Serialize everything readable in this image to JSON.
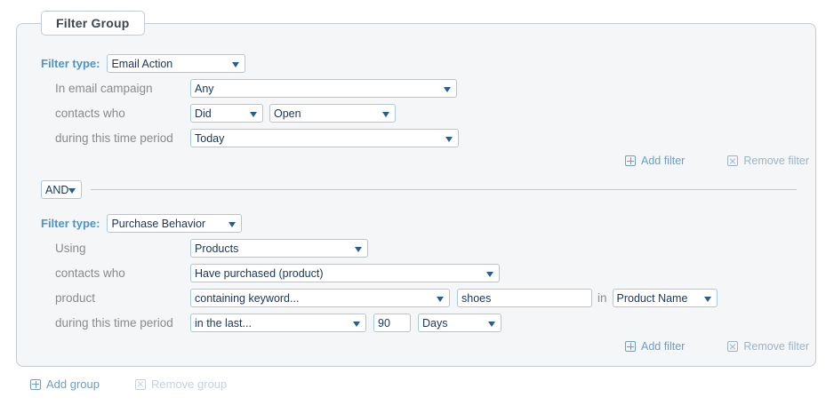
{
  "panel": {
    "tab_label": "Filter Group"
  },
  "connector": {
    "value": "AND"
  },
  "labels": {
    "filter_type": "Filter type:",
    "in_word": "in"
  },
  "filters": [
    {
      "type_value": "Email Action",
      "rows": [
        {
          "label": "In email campaign",
          "controls": [
            {
              "kind": "select",
              "value": "Any"
            }
          ]
        },
        {
          "label": "contacts who",
          "controls": [
            {
              "kind": "select",
              "value": "Did"
            },
            {
              "kind": "select",
              "value": "Open"
            }
          ]
        },
        {
          "label": "during this time period",
          "controls": [
            {
              "kind": "select",
              "value": "Today"
            }
          ]
        }
      ],
      "add_label": "Add filter",
      "remove_label": "Remove filter"
    },
    {
      "type_value": "Purchase Behavior",
      "rows": [
        {
          "label": "Using",
          "controls": [
            {
              "kind": "select",
              "value": "Products"
            }
          ]
        },
        {
          "label": "contacts who",
          "controls": [
            {
              "kind": "select",
              "value": "Have purchased (product)"
            }
          ]
        },
        {
          "label": "product",
          "controls": [
            {
              "kind": "select",
              "value": "containing keyword..."
            },
            {
              "kind": "text",
              "value": "shoes"
            },
            {
              "kind": "select",
              "value": "Product Name"
            }
          ]
        },
        {
          "label": "during this time period",
          "controls": [
            {
              "kind": "select",
              "value": "in the last..."
            },
            {
              "kind": "text",
              "value": "90"
            },
            {
              "kind": "select",
              "value": "Days"
            }
          ]
        }
      ],
      "add_label": "Add filter",
      "remove_label": "Remove filter"
    }
  ],
  "group_actions": {
    "add_label": "Add group",
    "remove_label": "Remove group"
  },
  "colors": {
    "accent_blue": "#4a94c8",
    "link_blue": "#6f9dc4",
    "link_muted": "#9bb4c9",
    "link_disabled": "#c4d2de",
    "label_gray": "#8a8a8a",
    "panel_bg": "#f5f6f7",
    "panel_border": "#c3cbd2",
    "field_border": "#a9c9e2",
    "field_text": "#17365d"
  }
}
